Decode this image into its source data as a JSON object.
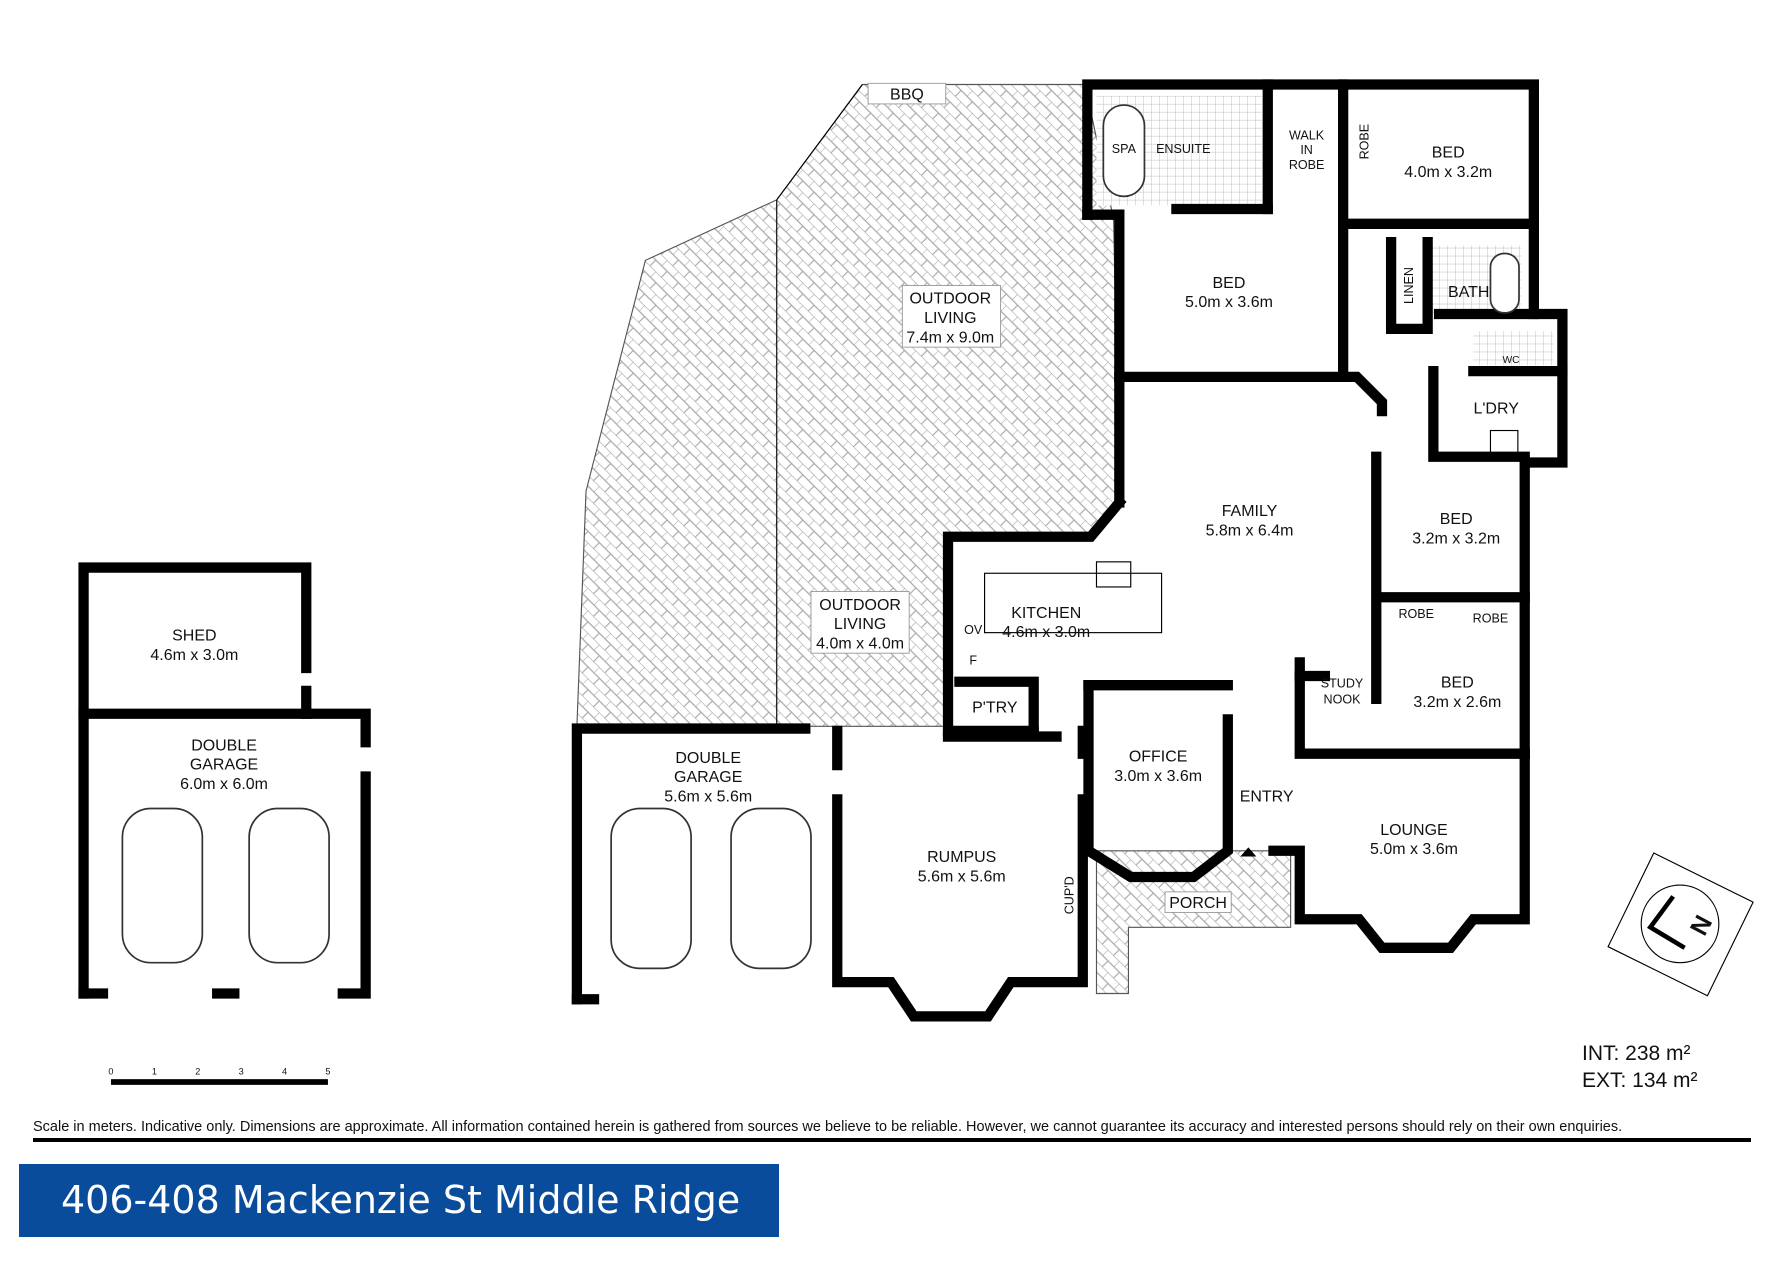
{
  "title": "406-408 Mackenzie St Middle Ridge",
  "disclaimer": "Scale in meters. Indicative only. Dimensions are approximate. All information contained herein is gathered from sources we believe to be reliable. However, we cannot guarantee its accuracy and interested persons should rely on their own enquiries.",
  "areas": {
    "int": "INT: 238 m²",
    "ext": "EXT: 134 m²"
  },
  "scale": {
    "unit": "meters",
    "ticks": [
      "0",
      "1",
      "2",
      "3",
      "4",
      "5"
    ]
  },
  "compass": {
    "letter": "N"
  },
  "rooms": {
    "bbq": {
      "name": "BBQ"
    },
    "spa": {
      "name": "SPA"
    },
    "ensuite": {
      "name": "ENSUITE"
    },
    "walkin": {
      "lines": [
        "WALK",
        "IN",
        "ROBE"
      ]
    },
    "robe1": {
      "name": "ROBE"
    },
    "bed1": {
      "name": "BED",
      "size": "4.0m x 3.2m"
    },
    "bed2": {
      "name": "BED",
      "size": "5.0m x 3.6m"
    },
    "linen": {
      "name": "LINEN"
    },
    "bath": {
      "name": "BATH"
    },
    "wc": {
      "name": "WC"
    },
    "ldry": {
      "name": "L'DRY"
    },
    "outdoor1": {
      "lines": [
        "OUTDOOR",
        "LIVING"
      ],
      "size": "7.4m x 9.0m"
    },
    "family": {
      "name": "FAMILY",
      "size": "5.8m x 6.4m"
    },
    "bed3": {
      "name": "BED",
      "size": "3.2m x 3.2m"
    },
    "robe2": {
      "name": "ROBE"
    },
    "robe3": {
      "name": "ROBE"
    },
    "kitchen": {
      "name": "KITCHEN",
      "size": "4.6m x 3.0m"
    },
    "ov": {
      "name": "OV"
    },
    "fridge": {
      "name": "F"
    },
    "pantry": {
      "name": "P'TRY"
    },
    "outdoor2": {
      "lines": [
        "OUTDOOR",
        "LIVING"
      ],
      "size": "4.0m x 4.0m"
    },
    "study": {
      "lines": [
        "STUDY",
        "NOOK"
      ]
    },
    "bed4": {
      "name": "BED",
      "size": "3.2m x 2.6m"
    },
    "office": {
      "name": "OFFICE",
      "size": "3.0m x 3.6m"
    },
    "entry": {
      "name": "ENTRY"
    },
    "garage1": {
      "lines": [
        "DOUBLE",
        "GARAGE"
      ],
      "size": "5.6m x 5.6m"
    },
    "rumpus": {
      "name": "RUMPUS",
      "size": "5.6m x 5.6m"
    },
    "cupd": {
      "name": "CUP'D"
    },
    "porch": {
      "name": "PORCH"
    },
    "lounge": {
      "name": "LOUNGE",
      "size": "5.0m x 3.6m"
    },
    "shed": {
      "name": "SHED",
      "size": "4.6m x 3.0m"
    },
    "garage2": {
      "lines": [
        "DOUBLE",
        "GARAGE"
      ],
      "size": "6.0m x 6.0m"
    }
  }
}
